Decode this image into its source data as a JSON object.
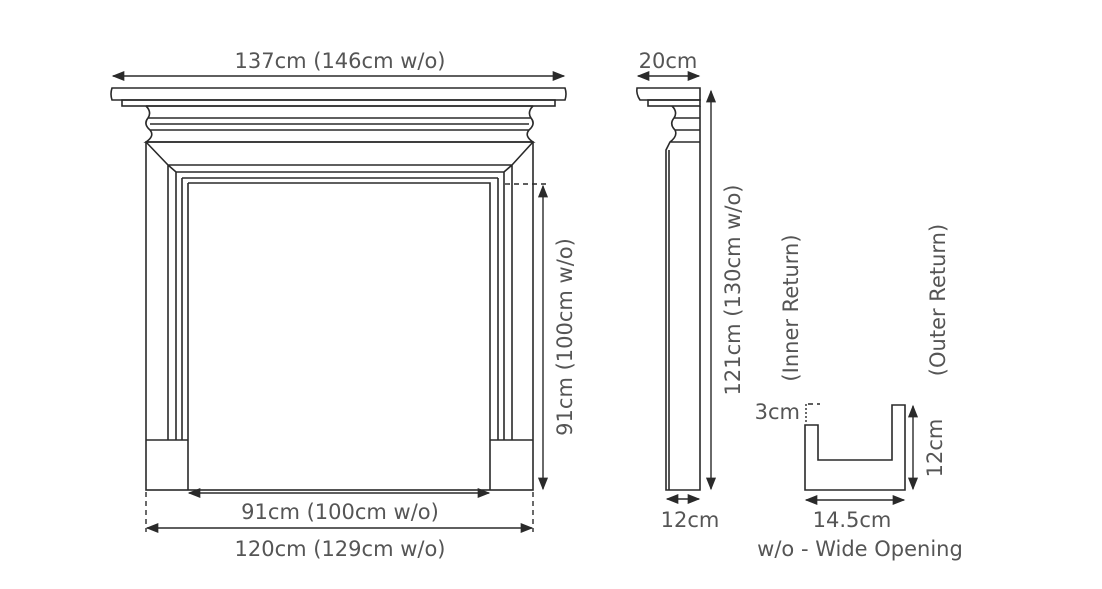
{
  "front_view": {
    "shelf_width": "137cm (146cm w/o)",
    "opening_height": "91cm (100cm w/o)",
    "opening_width": "91cm (100cm w/o)",
    "overall_width": "120cm (129cm w/o)"
  },
  "side_view": {
    "shelf_depth": "20cm",
    "overall_height": "121cm (130cm w/o)",
    "jamb_depth": "12cm"
  },
  "return_profile": {
    "inner_return": "(Inner Return)",
    "outer_return": "(Outer Return)",
    "step": "3cm",
    "height": "12cm",
    "width": "14.5cm",
    "note": "w/o - Wide Opening"
  },
  "colors": {
    "line": "#2a2a2a",
    "text": "#555555"
  }
}
